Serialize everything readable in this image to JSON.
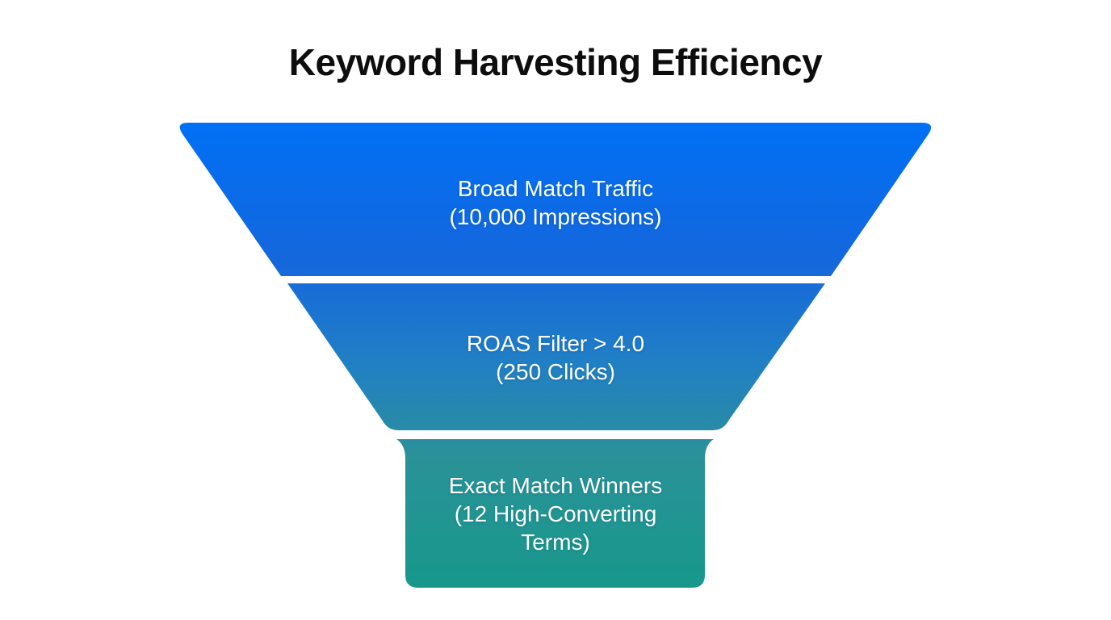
{
  "title": "Keyword Harvesting Efficiency",
  "funnel": {
    "stages": [
      {
        "name": "broad-match-traffic",
        "lines": [
          "Broad Match Traffic",
          "(10,000 Impressions)"
        ],
        "label": "Broad Match Traffic",
        "metric": "10,000 Impressions"
      },
      {
        "name": "roas-filter",
        "lines": [
          "ROAS Filter > 4.0",
          "(250 Clicks)"
        ],
        "label": "ROAS Filter > 4.0",
        "metric": "250 Clicks"
      },
      {
        "name": "exact-match-winners",
        "lines": [
          "Exact Match Winners",
          "(12 High-Converting",
          "Terms)"
        ],
        "label": "Exact Match Winners",
        "metric": "12 High-Converting Terms"
      }
    ],
    "gradient": {
      "top": "#0070f5",
      "upper_mid": "#1567dc",
      "mid": "#2180c4",
      "lower_mid": "#2789aa",
      "teal": "#2a9298",
      "bottom": "#17988b"
    },
    "text_color": "#ffffff",
    "title_color": "#0d0d0d",
    "background_color": "#ffffff",
    "separator_color": "#ffffff"
  }
}
